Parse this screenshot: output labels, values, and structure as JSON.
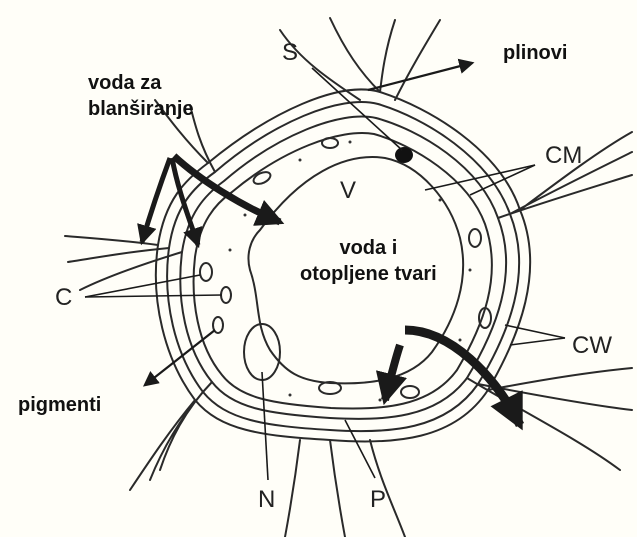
{
  "labels": {
    "blanch_water": [
      "voda za",
      "blanširanje"
    ],
    "gases": "plinovi",
    "water_solutes": [
      "voda i",
      "otopljene tvari"
    ],
    "pigments": "pigmenti",
    "s": "S",
    "cm": "CM",
    "v": "V",
    "c": "C",
    "cw": "CW",
    "n": "N",
    "p": "P"
  },
  "colors": {
    "background": "#fffef8",
    "ink": "#1a1a1a"
  }
}
